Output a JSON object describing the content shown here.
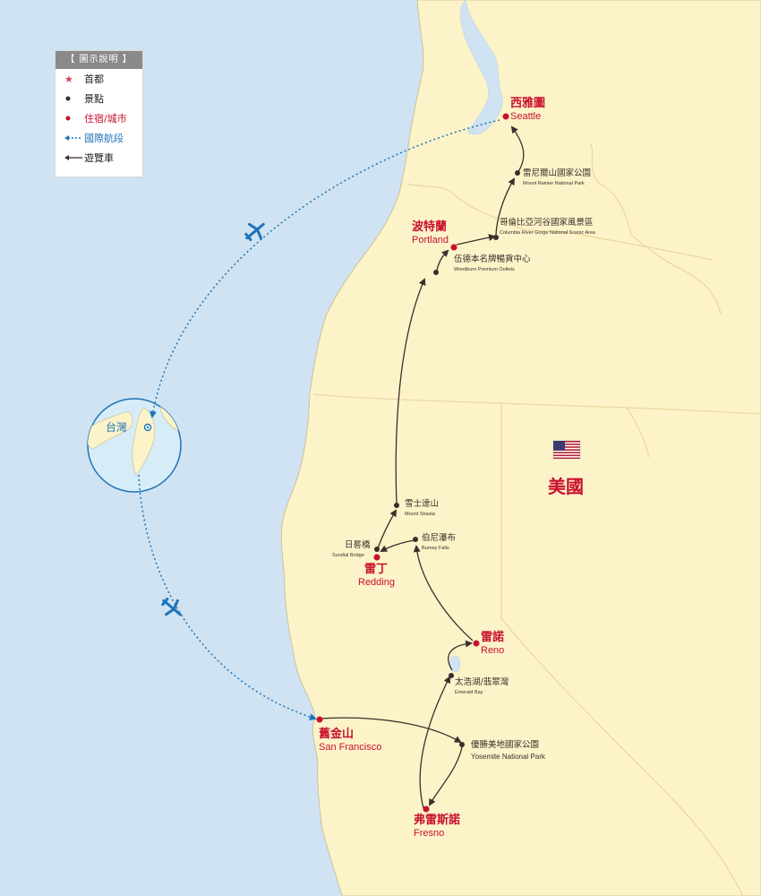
{
  "legend": {
    "title": "【 圖示說明 】",
    "items": [
      {
        "label": "首都",
        "symbol": "star",
        "color": "#e23c5a"
      },
      {
        "label": "景點",
        "symbol": "dot",
        "color": "#3b2f2a"
      },
      {
        "label": "住宿/城市",
        "symbol": "dot",
        "color": "#c8102e"
      },
      {
        "label": "國際航段",
        "symbol": "dotted-arrow",
        "color": "#1d73b9"
      },
      {
        "label": "遊覽車",
        "symbol": "arrow",
        "color": "#3b2f2a"
      }
    ]
  },
  "colors": {
    "sea": "#cfe3f2",
    "land": "#fdf3c9",
    "border": "#e8d8a0",
    "city": "#c8102e",
    "attraction": "#3b2f2a",
    "flight": "#1d73b9"
  },
  "country": {
    "label": "美國",
    "flag": "us-flag-icon"
  },
  "origin": {
    "label": "台灣"
  },
  "cities": {
    "seattle": {
      "zh": "西雅圖",
      "en": "Seattle"
    },
    "portland": {
      "zh": "波特蘭",
      "en": "Portland"
    },
    "redding": {
      "zh": "雷丁",
      "en": "Redding"
    },
    "reno": {
      "zh": "雷諾",
      "en": "Reno"
    },
    "san_francisco": {
      "zh": "舊金山",
      "en": "San Francisco"
    },
    "fresno": {
      "zh": "弗雷斯諾",
      "en": "Fresno"
    }
  },
  "attractions": {
    "mount_rainier": {
      "zh": "雷尼爾山國家公園",
      "en": "Mount Rainier National Park"
    },
    "columbia": {
      "zh": "哥倫比亞河谷國家風景區",
      "en": "Columbia River Gorge National Scenic Area"
    },
    "woodburn": {
      "zh": "伍德本名牌暢貨中心",
      "en": "Woodburn Premium Outlets"
    },
    "mount_shasta": {
      "zh": "雪士達山",
      "en": "Mount Shasta"
    },
    "sundial": {
      "zh": "日晷橋",
      "en": "Sundial Bridge"
    },
    "burney": {
      "zh": "伯尼瀑布",
      "en": "Burney Falls"
    },
    "emerald_bay": {
      "zh": "太浩湖/翡翠灣",
      "en": "Emerald Bay"
    },
    "yosemite": {
      "zh": "優勝美地國家公園",
      "en": "Yosemite National Park"
    }
  }
}
